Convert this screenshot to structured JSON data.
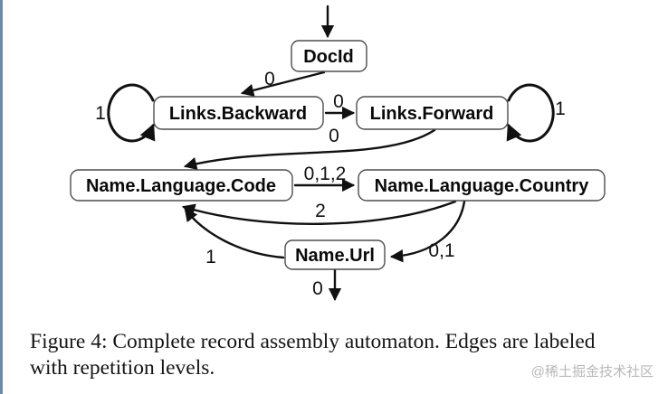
{
  "figure": {
    "type": "state-machine-diagram",
    "nodes": [
      {
        "id": "docid",
        "label": "DocId"
      },
      {
        "id": "links-backward",
        "label": "Links.Backward"
      },
      {
        "id": "links-forward",
        "label": "Links.Forward"
      },
      {
        "id": "name-language-code",
        "label": "Name.Language.Code"
      },
      {
        "id": "name-language-country",
        "label": "Name.Language.Country"
      },
      {
        "id": "name-url",
        "label": "Name.Url"
      }
    ],
    "edges": [
      {
        "from": "start",
        "to": "docid",
        "label": ""
      },
      {
        "from": "docid",
        "to": "links-backward",
        "label": "0"
      },
      {
        "from": "links-backward",
        "to": "links-forward",
        "label": "0"
      },
      {
        "from": "links-backward",
        "to": "links-backward",
        "label": "1"
      },
      {
        "from": "links-forward",
        "to": "links-forward",
        "label": "1"
      },
      {
        "from": "links-forward",
        "to": "name-language-code",
        "label": "0"
      },
      {
        "from": "name-language-code",
        "to": "name-language-country",
        "label": "0,1,2"
      },
      {
        "from": "name-language-country",
        "to": "name-language-code",
        "label": "2"
      },
      {
        "from": "name-language-country",
        "to": "name-url",
        "label": "0,1"
      },
      {
        "from": "name-url",
        "to": "name-language-code",
        "label": "1"
      },
      {
        "from": "name-url",
        "to": "end",
        "label": "0"
      }
    ]
  },
  "caption": {
    "line1": "Figure 4: Complete record assembly automaton. Edges are labeled",
    "line2": "with repetition levels."
  },
  "watermark": "@稀土掘金技术社区",
  "colors": {
    "edge": "#111111",
    "node_border": "#4d4d4d",
    "node_fill": "#ffffff",
    "caption_text": "#151515",
    "watermark_text": "#b8b8b8",
    "left_rule": "#6a8cab"
  }
}
